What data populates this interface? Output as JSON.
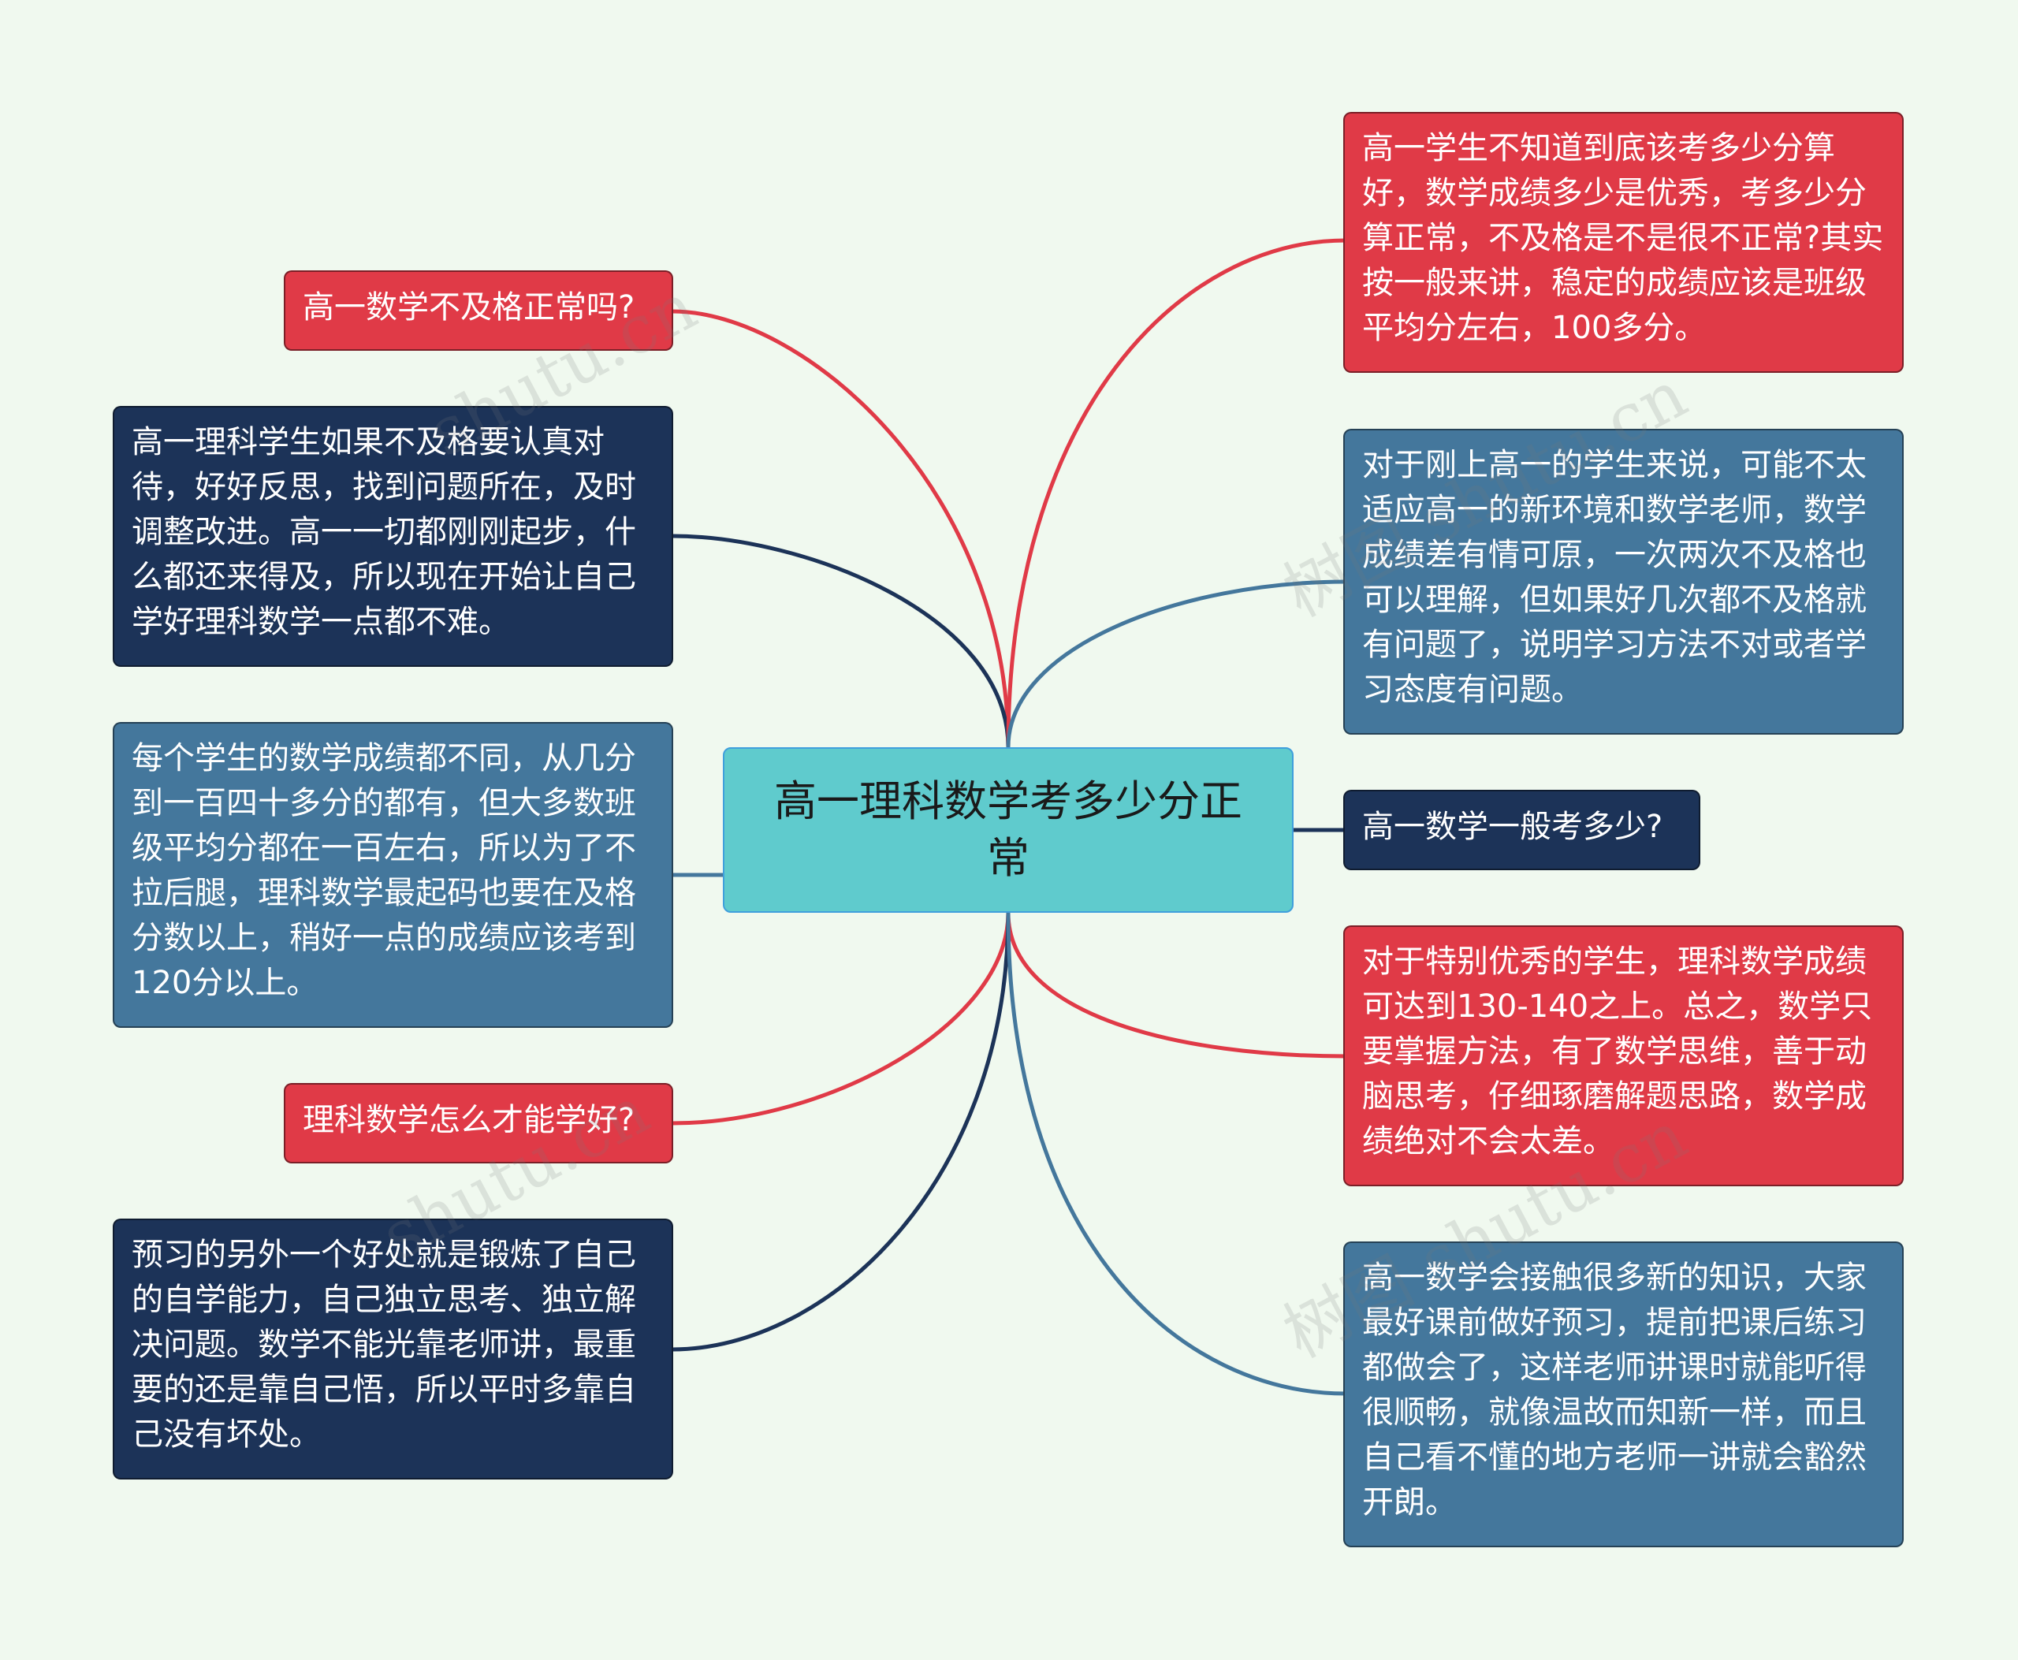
{
  "center_topic": "高一理科数学考多少分正常",
  "left_nodes": [
    {
      "text": "高一数学不及格正常吗?",
      "color": "#e03a47"
    },
    {
      "text": "高一理科学生如果不及格要认真对待，好好反思，找到问题所在，及时调整改进。高一一切都刚刚起步，什么都还来得及，所以现在开始让自己学好理科数学一点都不难。",
      "color": "#1c3358"
    },
    {
      "text": "每个学生的数学成绩都不同，从几分到一百四十多分的都有，但大多数班级平均分都在一百左右，所以为了不拉后腿，理科数学最起码也要在及格分数以上，稍好一点的成绩应该考到120分以上。",
      "color": "#44779c"
    },
    {
      "text": "理科数学怎么才能学好?",
      "color": "#e03a47"
    },
    {
      "text": "预习的另外一个好处就是锻炼了自己的自学能力，自己独立思考、独立解决问题。数学不能光靠老师讲，最重要的还是靠自己悟，所以平时多靠自己没有坏处。",
      "color": "#1c3358"
    }
  ],
  "right_nodes": [
    {
      "text": "高一学生不知道到底该考多少分算好，数学成绩多少是优秀，考多少分算正常，不及格是不是很不正常?其实按一般来讲，稳定的成绩应该是班级平均分左右，100多分。",
      "color": "#e03a47"
    },
    {
      "text": "对于刚上高一的学生来说，可能不太适应高一的新环境和数学老师，数学成绩差有情可原，一次两次不及格也可以理解，但如果好几次都不及格就有问题了，说明学习方法不对或者学习态度有问题。",
      "color": "#44779c"
    },
    {
      "text": "高一数学一般考多少?",
      "color": "#1c3358"
    },
    {
      "text": "对于特别优秀的学生，理科数学成绩可达到130-140之上。总之，数学只要掌握方法，有了数学思维，善于动脑思考，仔细琢磨解题思路，数学成绩绝对不会太差。",
      "color": "#e03a47"
    },
    {
      "text": "高一数学会接触很多新的知识，大家最好课前做好预习，提前把课后练习都做会了，这样老师讲课时就能听得很顺畅，就像温故而知新一样，而且自己看不懂的地方老师一讲就会豁然开朗。",
      "color": "#44779c"
    }
  ],
  "colors": {
    "background": "#f0f9ef",
    "center": "#5fcbcd",
    "red": "#e03a47",
    "navy": "#1c3358",
    "blue": "#44779c"
  }
}
